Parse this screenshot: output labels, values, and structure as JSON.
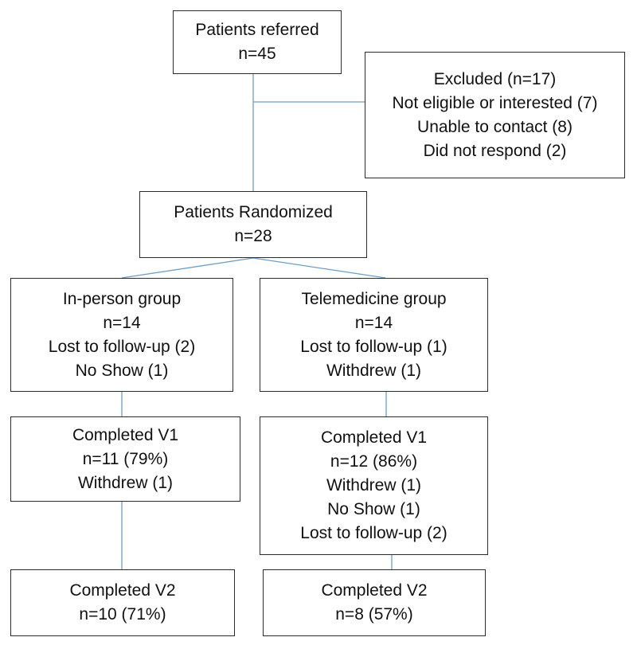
{
  "referred": {
    "title": "Patients referred",
    "n": "n=45"
  },
  "excluded": {
    "lines": [
      "Excluded (n=17)",
      "Not eligible or interested (7)",
      "Unable to contact (8)",
      "Did not respond (2)"
    ]
  },
  "randomized": {
    "title": "Patients Randomized",
    "n": "n=28"
  },
  "inperson": {
    "group": {
      "lines": [
        "In-person group",
        "n=14",
        "Lost to follow-up (2)",
        "No Show (1)"
      ]
    },
    "v1": {
      "lines": [
        "Completed V1",
        "n=11 (79%)",
        "Withdrew (1)"
      ]
    },
    "v2": {
      "lines": [
        "Completed V2",
        "n=10 (71%)"
      ]
    }
  },
  "telemedicine": {
    "group": {
      "lines": [
        "Telemedicine group",
        "n=14",
        "Lost to follow-up (1)",
        "Withdrew (1)"
      ]
    },
    "v1": {
      "lines": [
        "Completed V1",
        "n=12 (86%)",
        "Withdrew (1)",
        "No Show (1)",
        "Lost to follow-up (2)"
      ]
    },
    "v2": {
      "lines": [
        "Completed V2",
        "n=8 (57%)"
      ]
    }
  },
  "colors": {
    "connector": "#6a9fc9",
    "border": "#2b2b2b"
  }
}
